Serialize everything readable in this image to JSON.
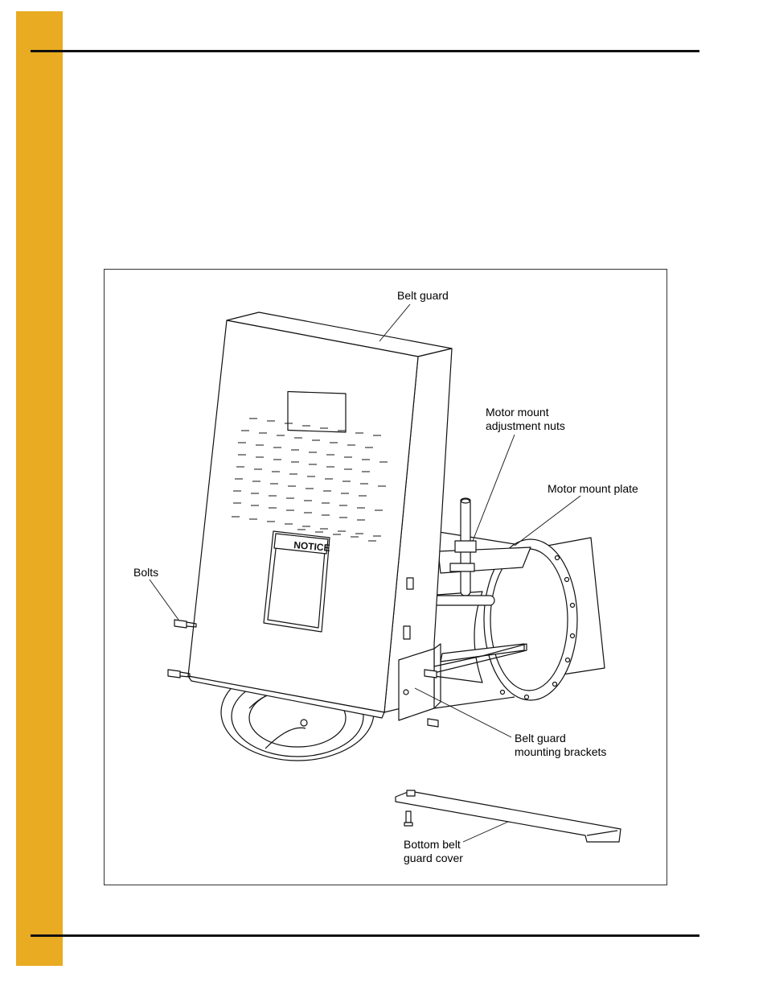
{
  "figure": {
    "notice_label": "NOTICE",
    "callouts": {
      "belt_guard": [
        "Belt guard"
      ],
      "motor_mount_adjustment_nuts": [
        "Motor mount",
        "adjustment nuts"
      ],
      "motor_mount_plate": [
        "Motor mount plate"
      ],
      "bolts": [
        "Bolts"
      ],
      "belt_guard_mounting_brackets": [
        "Belt guard",
        "mounting brackets"
      ],
      "bottom_belt_guard_cover": [
        "Bottom belt",
        "guard cover"
      ]
    }
  },
  "colors": {
    "side_bar": "#e8ab22",
    "rules": "#111111"
  }
}
